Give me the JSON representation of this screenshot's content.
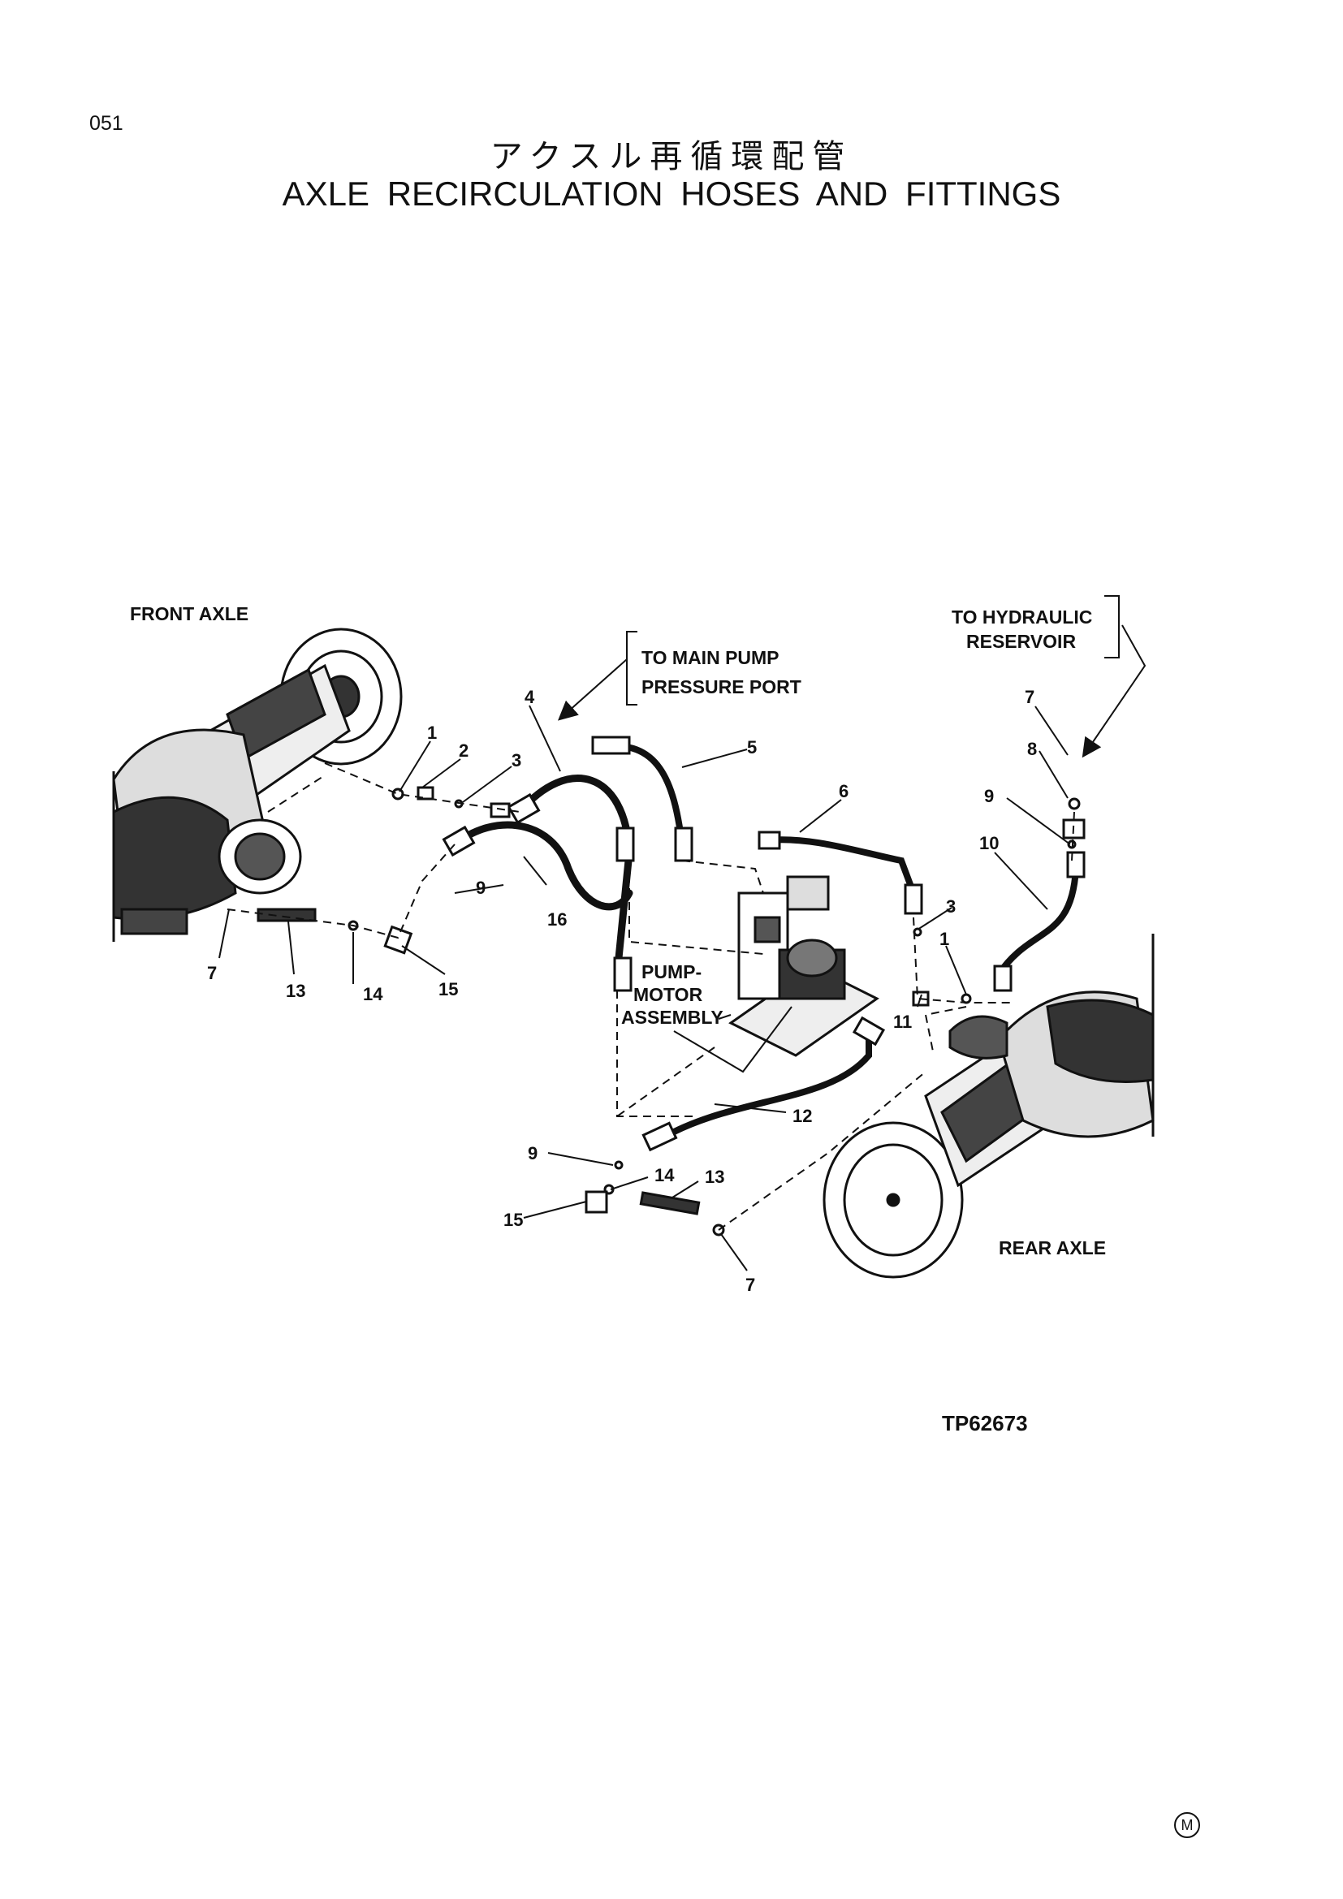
{
  "page_number": "051",
  "title_jp": "アクスル再循環配管",
  "title_en": "AXLE RECIRCULATION HOSES AND FITTINGS",
  "labels": {
    "front_axle": "FRONT AXLE",
    "rear_axle": "REAR AXLE",
    "to_main_pump_1": "TO MAIN PUMP",
    "to_main_pump_2": "PRESSURE PORT",
    "to_hydraulic_1": "TO HYDRAULIC",
    "to_hydraulic_2": "RESERVOIR",
    "pump_motor_1": "PUMP-",
    "pump_motor_2": "MOTOR",
    "pump_motor_3": "ASSEMBLY"
  },
  "callouts": [
    "1",
    "2",
    "3",
    "4",
    "5",
    "6",
    "7",
    "8",
    "9",
    "10",
    "16",
    "9",
    "3",
    "1",
    "11",
    "7",
    "13",
    "14",
    "15",
    "12",
    "9",
    "14",
    "13",
    "15",
    "7"
  ],
  "reference": "TP62673",
  "mark": "M"
}
